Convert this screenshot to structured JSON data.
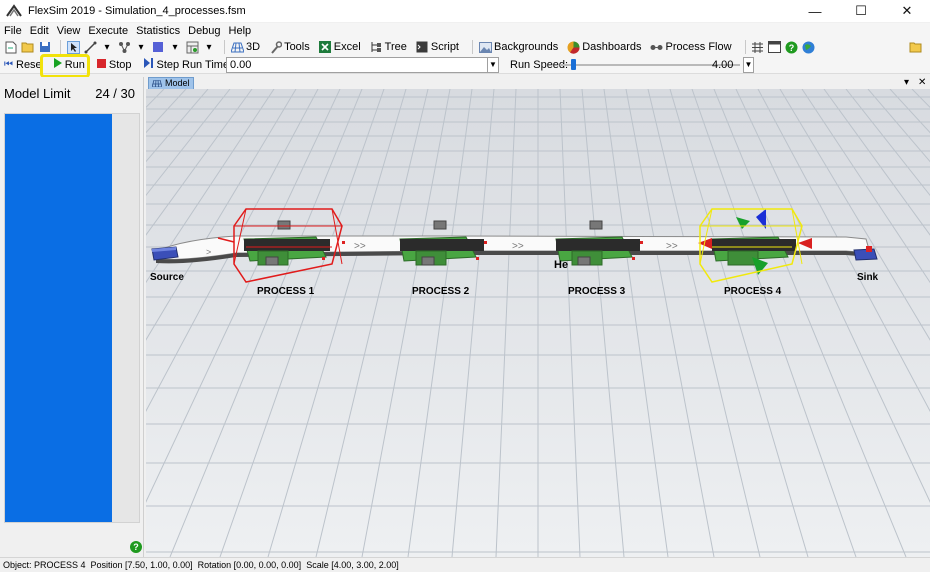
{
  "window": {
    "title": "FlexSim 2019 - Simulation_4_processes.fsm",
    "controls": [
      "—",
      "☐",
      "✕"
    ]
  },
  "menu": [
    "File",
    "Edit",
    "View",
    "Execute",
    "Statistics",
    "Debug",
    "Help"
  ],
  "toolbar": {
    "items": [
      {
        "label": "3D",
        "icon": "3d-grid-icon"
      },
      {
        "label": "Tools",
        "icon": "tools-icon"
      },
      {
        "label": "Excel",
        "icon": "excel-icon"
      },
      {
        "label": "Tree",
        "icon": "tree-icon"
      },
      {
        "label": "Script",
        "icon": "script-icon"
      },
      {
        "label": "Backgrounds",
        "icon": "backgrounds-icon"
      },
      {
        "label": "Dashboards",
        "icon": "dashboards-icon"
      },
      {
        "label": "Process Flow",
        "icon": "process-flow-icon"
      }
    ]
  },
  "controls": {
    "reset": "Rese",
    "run": "Run",
    "stop": "Stop",
    "step": "Step",
    "run_time_label": "Run Time:",
    "run_time": "0.00",
    "run_speed_label": "Run Speed:",
    "run_speed": "4.00",
    "run_speed_fraction": 0.06
  },
  "panel": {
    "label": "Model Limit",
    "value": "24 / 30",
    "fill_fraction": 0.8,
    "fill_color": "#0a6ee4"
  },
  "tab": {
    "label": "Model",
    "menu_glyph": "▾",
    "close_glyph": "✕"
  },
  "model": {
    "labels": {
      "source": "Source",
      "sink": "Sink",
      "process1": "PROCESS 1",
      "process2": "PROCESS 2",
      "process3": "PROCESS 3",
      "process4": "PROCESS 4",
      "floating": "He"
    },
    "colors": {
      "machine": "#49a642",
      "belt": "#2b2b2b",
      "selected_outline": "#e11b1b",
      "hover_outline": "#f1e90c"
    }
  },
  "status": {
    "object": "Object: PROCESS 4",
    "position": "Position [7.50, 1.00, 0.00]",
    "rotation": "Rotation [0.00, 0.00, 0.00]",
    "scale": "Scale [4.00, 3.00, 2.00]"
  }
}
